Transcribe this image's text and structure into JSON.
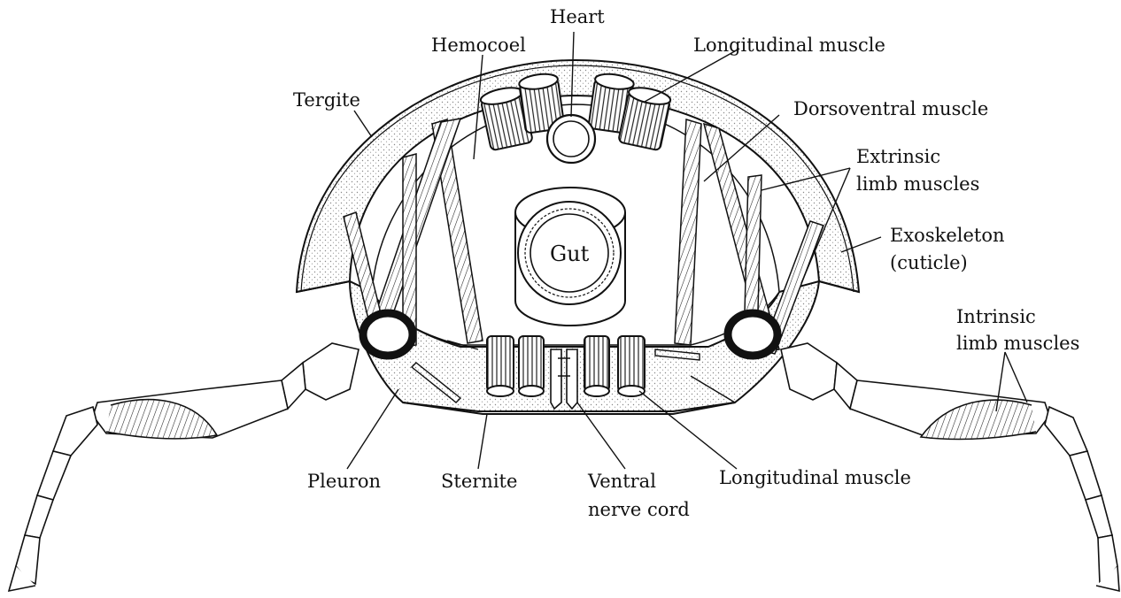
{
  "diagram": {
    "labels": {
      "heart": "Heart",
      "hemocoel": "Hemocoel",
      "longitudinal_muscle_top": "Longitudinal muscle",
      "tergite": "Tergite",
      "dorsoventral_muscle": "Dorsoventral muscle",
      "extrinsic_line1": "Extrinsic",
      "extrinsic_line2": "limb muscles",
      "gut": "Gut",
      "exoskeleton_line1": "Exoskeleton",
      "exoskeleton_line2": "(cuticle)",
      "intrinsic_line1": "Intrinsic",
      "intrinsic_line2": "limb muscles",
      "pleuron": "Pleuron",
      "sternite": "Sternite",
      "ventral_line1": "Ventral",
      "ventral_line2": "nerve cord",
      "longitudinal_muscle_bottom": "Longitudinal muscle"
    },
    "colors": {
      "ink": "#111111",
      "stipple": "#d9d9d9",
      "background": "#ffffff"
    }
  }
}
